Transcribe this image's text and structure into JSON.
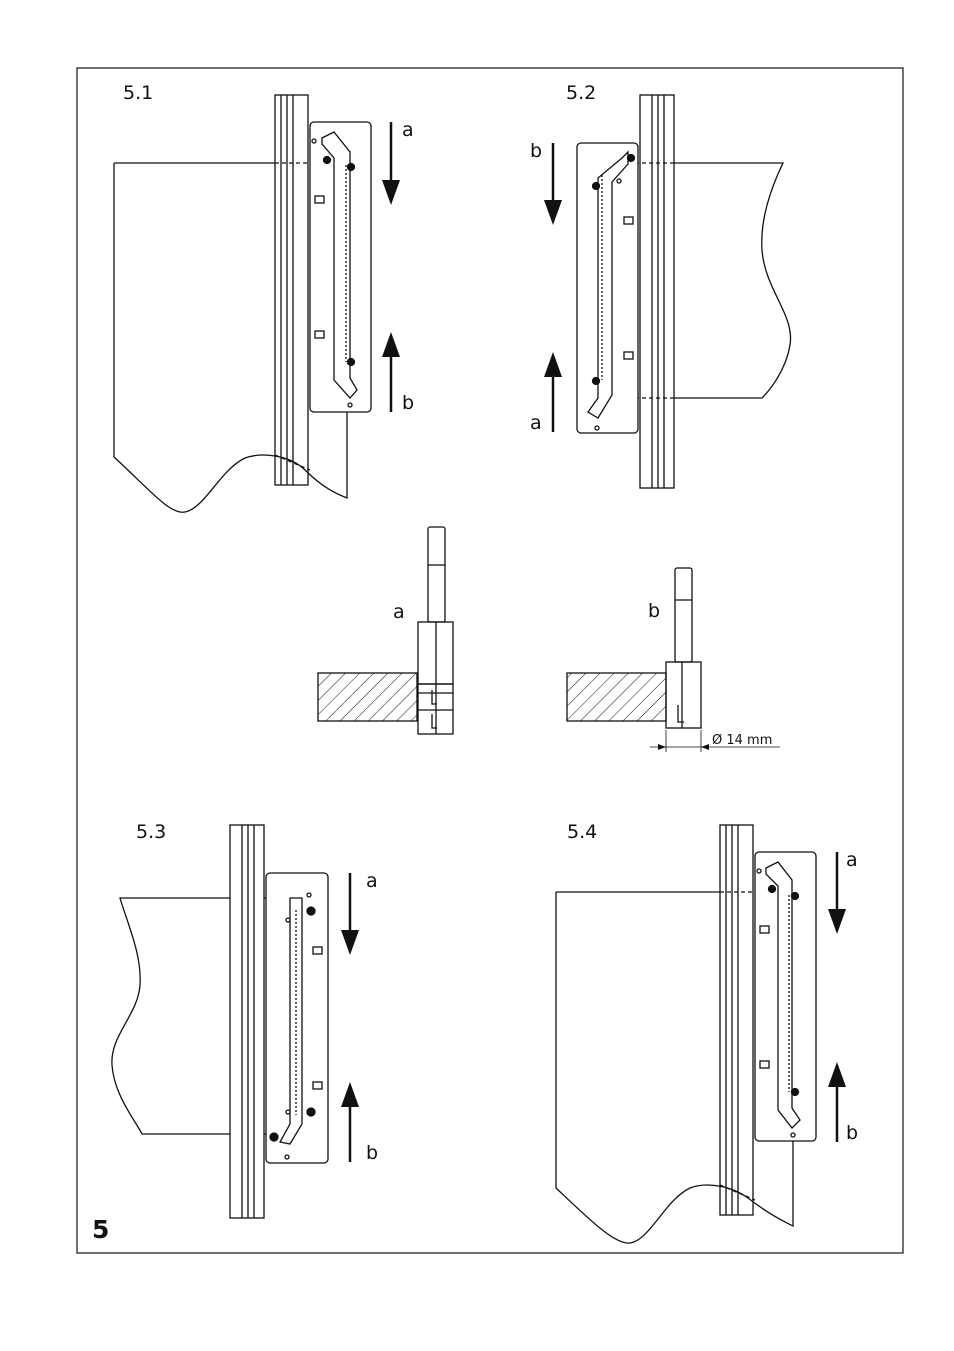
{
  "figure": {
    "number": "5",
    "panels": {
      "p51": {
        "title": "5.1",
        "arrow_down": "a",
        "arrow_up": "b"
      },
      "p52": {
        "title": "5.2",
        "arrow_down": "b",
        "arrow_up": "a"
      },
      "p53": {
        "title": "5.3",
        "arrow_down": "a",
        "arrow_up": "b"
      },
      "p54": {
        "title": "5.4",
        "arrow_down": "a",
        "arrow_up": "b"
      }
    },
    "router_bits": {
      "a": {
        "label": "a"
      },
      "b": {
        "label": "b",
        "diameter": "Ø 14 mm"
      }
    }
  }
}
